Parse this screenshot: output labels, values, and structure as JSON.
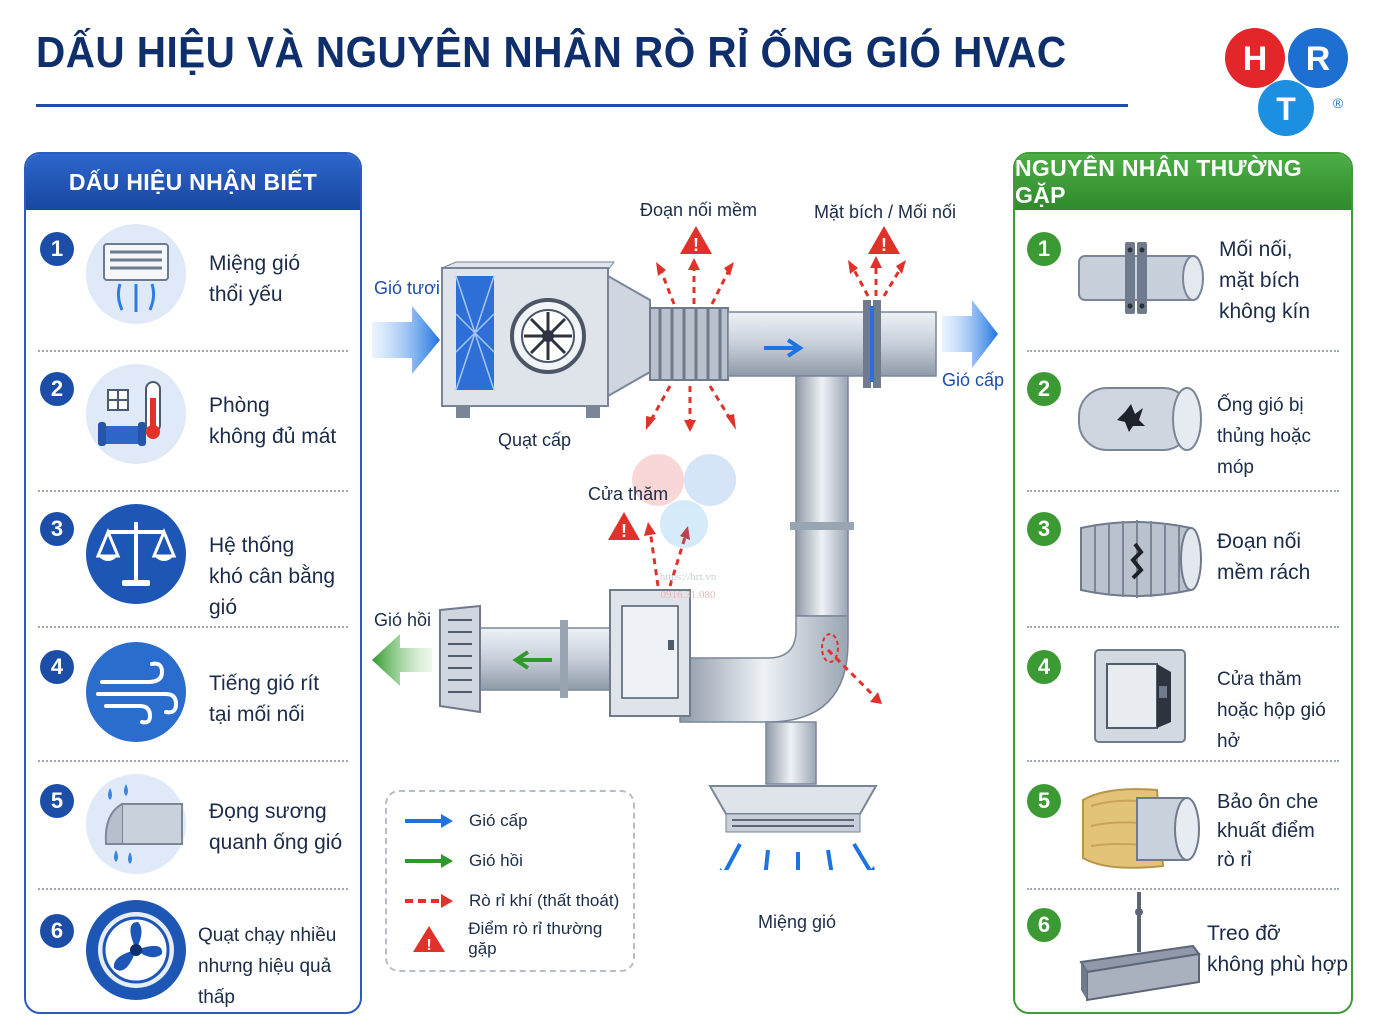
{
  "title": "DẤU HIỆU VÀ NGUYÊN NHÂN RÒ RỈ ỐNG GIÓ HVAC",
  "logo": {
    "letters": [
      "H",
      "R",
      "T"
    ],
    "registered": "®"
  },
  "left_panel": {
    "heading": "DẤU HIỆU NHẬN BIẾT",
    "items": [
      {
        "num": "1",
        "text": "Miệng gió\nthổi yếu",
        "icon": "weak-vent-icon"
      },
      {
        "num": "2",
        "text": "Phòng\nkhông đủ mát",
        "icon": "warm-room-icon"
      },
      {
        "num": "3",
        "text": "Hệ thống\nkhó cân bằng gió",
        "icon": "balance-scale-icon"
      },
      {
        "num": "4",
        "text": "Tiếng gió rít\ntại mối nối",
        "icon": "wind-icon"
      },
      {
        "num": "5",
        "text": "Đọng sương\nquanh ống gió",
        "icon": "condensation-icon"
      },
      {
        "num": "6",
        "text": "Quạt chạy nhiều\nnhưng hiệu quả thấp",
        "icon": "fan-icon"
      }
    ]
  },
  "right_panel": {
    "heading": "NGUYÊN NHÂN THƯỜNG GẶP",
    "items": [
      {
        "num": "1",
        "text": "Mối nối,\nmặt bích\nkhông kín",
        "icon": "flange-joint-icon"
      },
      {
        "num": "2",
        "text": "Ống gió bị\nthủng hoặc móp",
        "icon": "punctured-duct-icon"
      },
      {
        "num": "3",
        "text": "Đoạn nối\nmềm rách",
        "icon": "torn-flex-duct-icon"
      },
      {
        "num": "4",
        "text": "Cửa thăm\nhoặc hộp gió hở",
        "icon": "access-door-icon"
      },
      {
        "num": "5",
        "text": "Bảo ôn che\nkhuất điểm\nrò rỉ",
        "icon": "insulation-icon"
      },
      {
        "num": "6",
        "text": "Treo đỡ\nkhông phù hợp",
        "icon": "hanger-beam-icon"
      }
    ]
  },
  "diagram": {
    "fresh_air": "Gió tươi",
    "fan_label": "Quạt cấp",
    "flex_label": "Đoạn nối mềm",
    "flange_label": "Mặt bích / Mối nối",
    "supply_label": "Gió cấp",
    "access_label": "Cửa thăm",
    "return_label": "Gió hồi",
    "diffuser_label": "Miệng gió",
    "watermark_site": "https://hrt.vn",
    "watermark_phone": "0916.31.080"
  },
  "legend": {
    "supply": "Gió cấp",
    "return": "Gió hồi",
    "leak": "Rò rỉ khí (thất thoát)",
    "point": "Điểm rò rỉ thường gặp"
  },
  "colors": {
    "navy": "#0e2f6b",
    "blue": "#1c4ea8",
    "green": "#3b9a34",
    "red": "#e0312b",
    "logo_red": "#e3262a",
    "logo_blue": "#1d6fd1"
  }
}
